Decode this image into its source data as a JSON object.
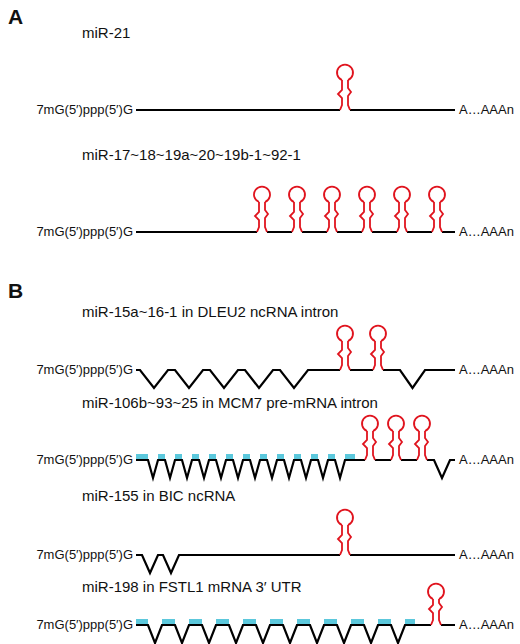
{
  "diagram": {
    "labels": [
      "A",
      "miR-21",
      "7mG(5′)ppp(5′)G",
      "A…AAAn",
      "miR-17~18~19a~20~19b-1~92-1",
      "7mG(5′)ppp(5′)G",
      "A…AAAn",
      "B",
      "miR-15a~16-1 in DLEU2 ncRNA intron",
      "7mG(5′)ppp(5′)G",
      "A…AAAn",
      "miR-106b~93~25 in MCM7 pre-mRNA intron",
      "7mG(5′)ppp(5′)G",
      "A…AAAn",
      "miR-155 in BIC ncRNA",
      "7mG(5′)ppp(5′)G",
      "A…AAAn",
      "miR-198 in FSTL1 mRNA 3′ UTR",
      "7mG(5′)ppp(5′)G",
      "A…AAAn"
    ]
  }
}
